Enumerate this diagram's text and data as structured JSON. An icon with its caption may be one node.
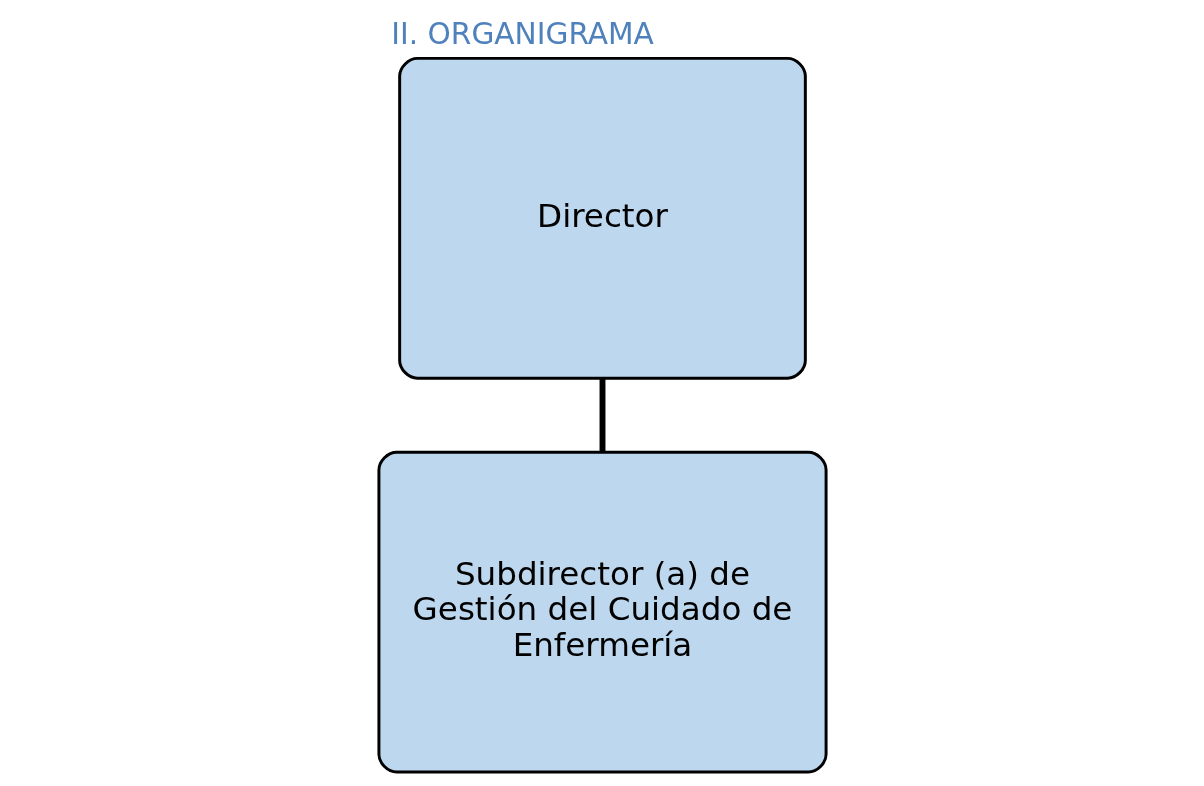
{
  "diagram": {
    "title": "II. ORGANIGRAMA",
    "nodes": [
      {
        "text": [
          "Director"
        ]
      },
      {
        "text": [
          "Subdirector (a) de Gestión del Cuidado de Enfermería"
        ]
      }
    ],
    "edges": [
      {
        "from": 0,
        "to": 1,
        "arrow": "none"
      }
    ]
  }
}
